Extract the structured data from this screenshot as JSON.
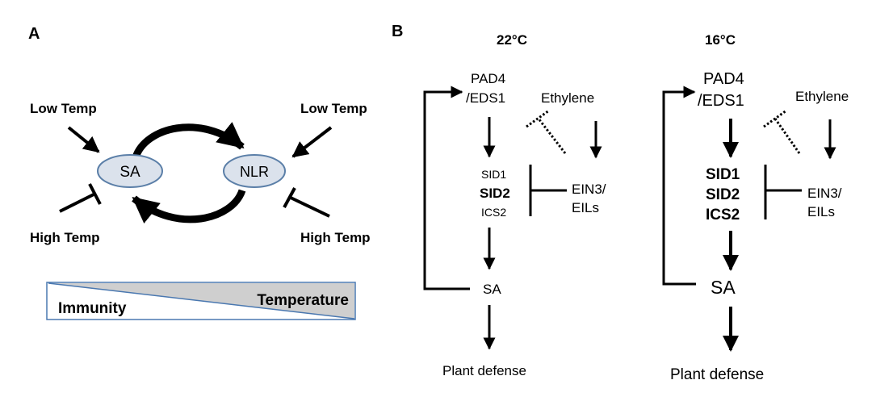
{
  "panel_a": {
    "label": "A",
    "sa_node": "SA",
    "nlr_node": "NLR",
    "low_temp_left": "Low Temp",
    "low_temp_right": "Low Temp",
    "high_temp_left": "High Temp",
    "high_temp_right": "High Temp",
    "gradient_immunity": "Immunity",
    "gradient_temperature": "Temperature"
  },
  "panel_b": {
    "label": "B",
    "col_22": {
      "title": "22°C",
      "pad4_line1": "PAD4",
      "pad4_line2": "/EDS1",
      "ethylene": "Ethylene",
      "sid1": "SID1",
      "sid2": "SID2",
      "ics2": "ICS2",
      "ein3_line1": "EIN3/",
      "ein3_line2": "EILs",
      "sa": "SA",
      "defense": "Plant defense"
    },
    "col_16": {
      "title": "16°C",
      "pad4_line1": "PAD4",
      "pad4_line2": "/EDS1",
      "ethylene": "Ethylene",
      "sid1": "SID1",
      "sid2": "SID2",
      "ics2": "ICS2",
      "ein3_line1": "EIN3/",
      "ein3_line2": "EILs",
      "sa": "SA",
      "defense": "Plant defense"
    }
  },
  "colors": {
    "ink": "#000000",
    "node_fill": "#dbe2ec",
    "node_stroke": "#5b7fa8",
    "gradient_fill": "#cfcfcf",
    "gradient_stroke": "#4a78b0"
  }
}
